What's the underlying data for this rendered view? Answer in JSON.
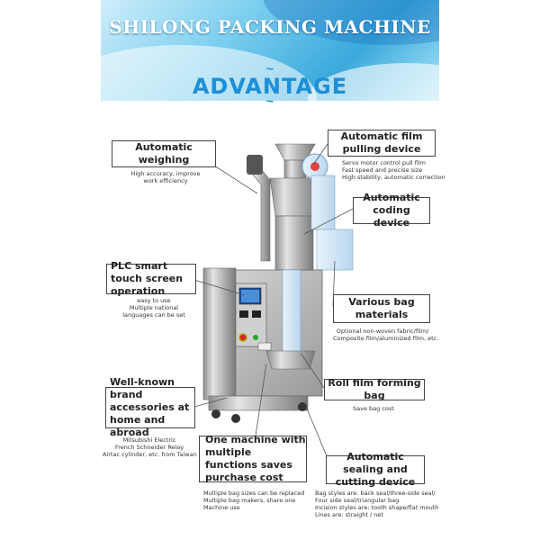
{
  "header": {
    "title": "SHILONG PACKING MACHINE",
    "subtitle": "ADVANTAGE",
    "tilde": "~"
  },
  "features": [
    {
      "label": "Automatic weighing",
      "lines": [
        "High accuracy, improve",
        "work efficiency"
      ]
    },
    {
      "label": "Automatic film pulling device",
      "lines": [
        "Servo motor control pull film",
        "Fast speed and precise size",
        "High stability, automatic correction"
      ]
    },
    {
      "label": "Automatic coding device",
      "lines": []
    },
    {
      "label": "PLC smart touch screen operation",
      "lines": [
        "easy to use",
        "Multiple national",
        "languages can be set"
      ]
    },
    {
      "label": "Various bag materials",
      "lines": [
        "Optional non-woven fabric/film/",
        "Composite film/aluminized film, etc."
      ]
    },
    {
      "label": "Roll film forming bag",
      "lines": [
        "Save bag cost"
      ]
    },
    {
      "label": "Well-known brand accessories at home and abroad",
      "lines": [
        "Mitsubishi Electric",
        "French Schneider Relay",
        "Airtac cylinder, etc. from Taiwan"
      ]
    },
    {
      "label": "One machine with multiple functions saves purchase cost",
      "lines": [
        "Multiple bag sizes can be replaced",
        "Multiple bag makers, share one",
        "Machine use"
      ]
    },
    {
      "label": "Automatic sealing and cutting device",
      "lines": [
        "Bag styles are: back seal/three-side seal/",
        "Four side seal/triangular bag",
        "Incision styles are: tooth shape/flat mouth",
        "Lines are: straight / net"
      ]
    }
  ],
  "colors": {
    "accent": "#1d8fd8",
    "banner": "#3aa9dc"
  }
}
